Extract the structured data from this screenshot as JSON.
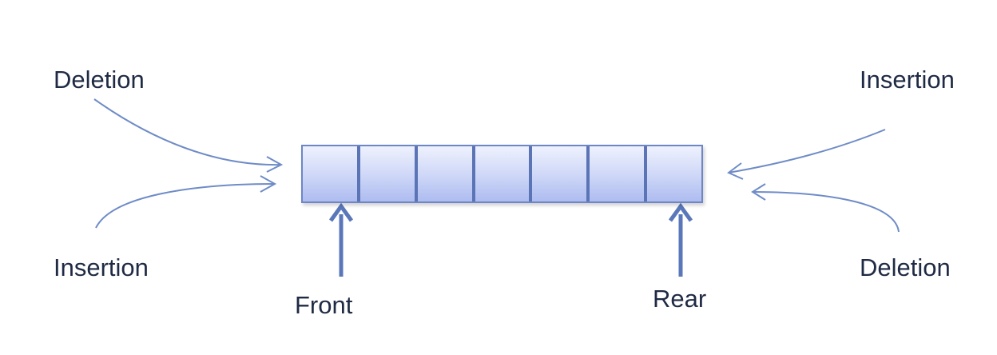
{
  "labels": {
    "deletion_left": "Deletion",
    "insertion_left": "Insertion",
    "insertion_right": "Insertion",
    "deletion_right": "Deletion",
    "front": "Front",
    "rear": "Rear"
  },
  "queue": {
    "cell_count": 7
  },
  "colors": {
    "arrow_thin": "#6f8cc7",
    "arrow_thick": "#5a78b9",
    "text": "#1f2a44",
    "cell_border": "#5a74b6",
    "cell_fill_top": "#eef1fd",
    "cell_fill_bottom": "#aebcf0"
  }
}
